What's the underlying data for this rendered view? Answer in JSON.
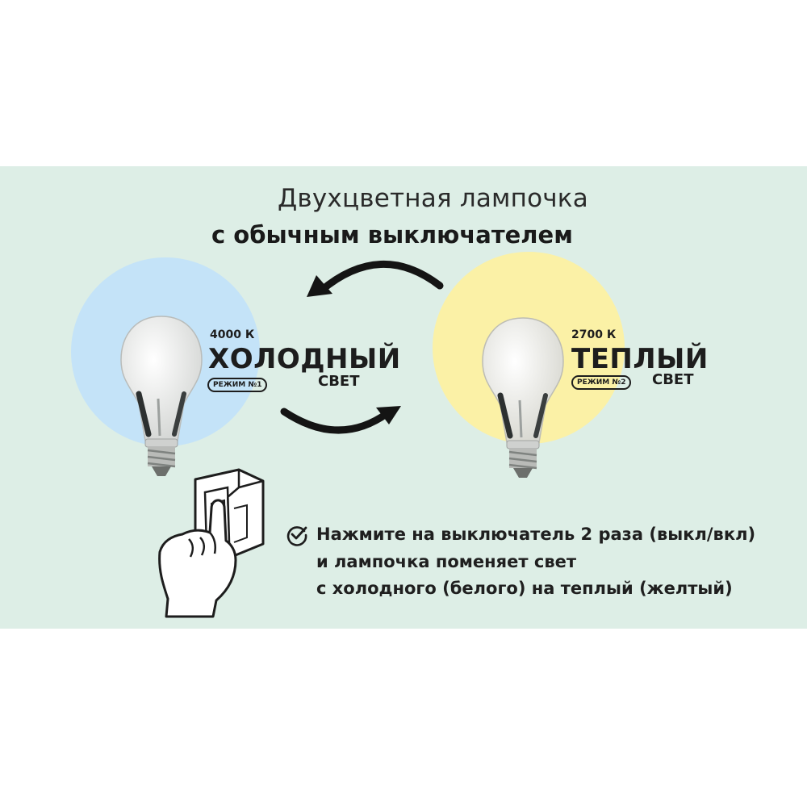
{
  "title": "Двухцветная лампочка",
  "subtitle": "с обычным выключателем",
  "modes": {
    "cold": {
      "temperature": "4000 К",
      "name": "ХОЛОДНЫЙ",
      "badge": "РЕЖИМ №1",
      "suffix": "СВЕТ"
    },
    "warm": {
      "temperature": "2700 К",
      "name": "ТЕПЛЫЙ",
      "badge": "РЕЖИМ №2",
      "suffix": "СВЕТ"
    }
  },
  "instructions": [
    "Нажмите на выключатель 2 раза (выкл/вкл)",
    "и лампочка поменяет свет",
    "с холодного (белого) на теплый (желтый)"
  ],
  "icons": {
    "bulbs": "led-bulb-icon",
    "arrows": "cycle-arrow-icon",
    "switch": "hand-pressing-switch-icon",
    "check": "check-circle-icon"
  },
  "colors": {
    "panel_background": "#ddeee6",
    "cold_glow": "#c4e3f8",
    "warm_glow": "#fbf1a6",
    "text": "#1d1d1d"
  }
}
